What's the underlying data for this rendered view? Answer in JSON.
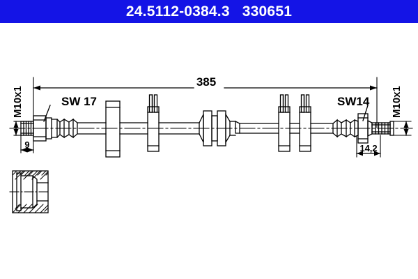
{
  "header": {
    "part_number": "24.5112-0384.3",
    "reference_number": "330651",
    "title_text": "24.5112-0384.3   330651",
    "background_color": "#1414e6",
    "text_color": "#ffffff"
  },
  "drawing": {
    "type": "technical-drawing",
    "subject": "brake hose",
    "line_color": "#000000",
    "background_color": "#ffffff",
    "dimensions": {
      "overall_length": "385",
      "left_thread_length": "9",
      "right_thread_length": "14,2",
      "left_thread_size": "M10x1",
      "right_thread_size": "M10x1",
      "left_hex_size": "SW 17",
      "right_hex_size": "SW14"
    },
    "labels": {
      "length": "385",
      "left_end_thread": "M10x1",
      "left_hex": "SW 17",
      "left_length": "9",
      "right_hex": "SW14",
      "right_length": "14,2",
      "right_end_thread": "M10x1"
    },
    "detail_view": {
      "name": "section-detail",
      "description": "hatched cross-section of fitting seat"
    }
  }
}
